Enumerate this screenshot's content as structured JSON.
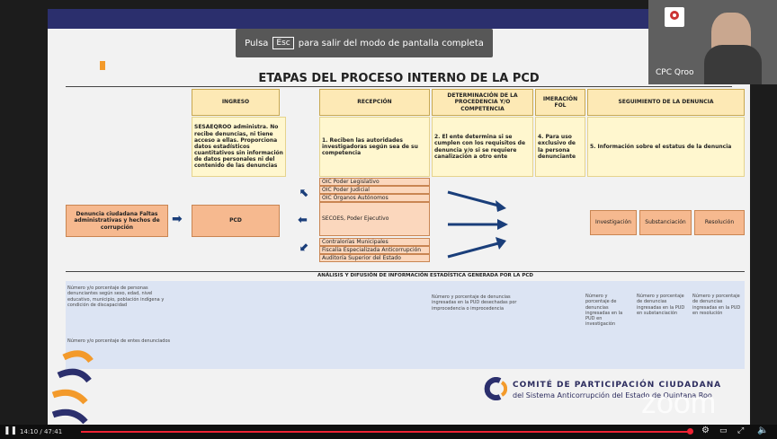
{
  "banner": {
    "pulsa": "Pulsa",
    "key": "Esc",
    "rest": "para salir del modo de pantalla completa"
  },
  "slide": {
    "title": "ETAPAS DEL PROCESO INTERNO DE LA PCD",
    "headers": {
      "ingreso": "INGRESO",
      "recepcion": "RECEPCIÓN",
      "determinacion": "DETERMINACIÓN DE LA PROCEDENCIA Y/O COMPETENCIA",
      "numeracion": "IMERACIÓN FOL",
      "seguimiento": "SEGUIMIENTO DE LA DENUNCIA"
    },
    "descriptions": {
      "ingreso": "SESAEQROO administra. No recibe denuncias, ni tiene acceso a ellas. Proporciona datos estadísticos cuantitativos sin información de datos personales ni del contenido de las denuncias",
      "recepcion": "1. Reciben las autoridades investigadoras según sea de su competencia",
      "determinacion": "2. El ente determina si se cumplen con los requisitos de denuncia y/o si se requiere canalización a otro ente",
      "numeracion": "4. Para uso exclusivo de la persona denunciante",
      "seguimiento": "5. Información sobre el estatus de la denuncia"
    },
    "denuncia_box": "Denuncia ciudadana Faltas administrativas y hechos de corrupción",
    "pcd_box": "PCD",
    "entities": [
      "OIC Poder Legislativo",
      "OIC Poder Judicial",
      "OIC Órganos Autónomos",
      "SECOES, Poder Ejecutivo",
      "Contralorías Municipales",
      "Fiscalía Especializada Anticorrupción",
      "Auditoría Superior del Estado"
    ],
    "stages": [
      "Investigación",
      "Substanciación",
      "Resolución"
    ],
    "analysis_header": "ANÁLISIS Y DIFUSIÓN DE INFORMACIÓN ESTADÍSTICA GENERADA POR LA PCD",
    "analysis": {
      "left1": "Número y/o porcentaje de personas denunciantes según sexo, edad, nivel educativo, municipio, población indígena y condición de discapacidad",
      "left2": "Número y/o porcentaje de entes denunciados",
      "middle": "Número y porcentaje de denuncias ingresadas en la PUD desechadas por improcedencia o improcedencia",
      "c1": "Número y porcentaje de denuncias ingresadas en la PUD en investigación",
      "c2": "Número y porcentaje de denuncias ingresadas en la PUD en substanciación",
      "c3": "Número y porcentaje de denuncias ingresadas en la PUD en resolución"
    },
    "brand_line1": "COMITÉ DE PARTICIPACIÓN CIUDADANA",
    "brand_line2": "del Sistema Anticorrupción del Estado de Quintana Roo",
    "zoom_watermark": "zoom"
  },
  "video": {
    "name": "CPC Qroo"
  },
  "player": {
    "time": "14:10 / 47:41"
  },
  "colors": {
    "accent_orange": "#f39a2b",
    "navy": "#2b2f6d",
    "arrow_blue": "#1a3e7a",
    "progress_red": "#e22233"
  }
}
